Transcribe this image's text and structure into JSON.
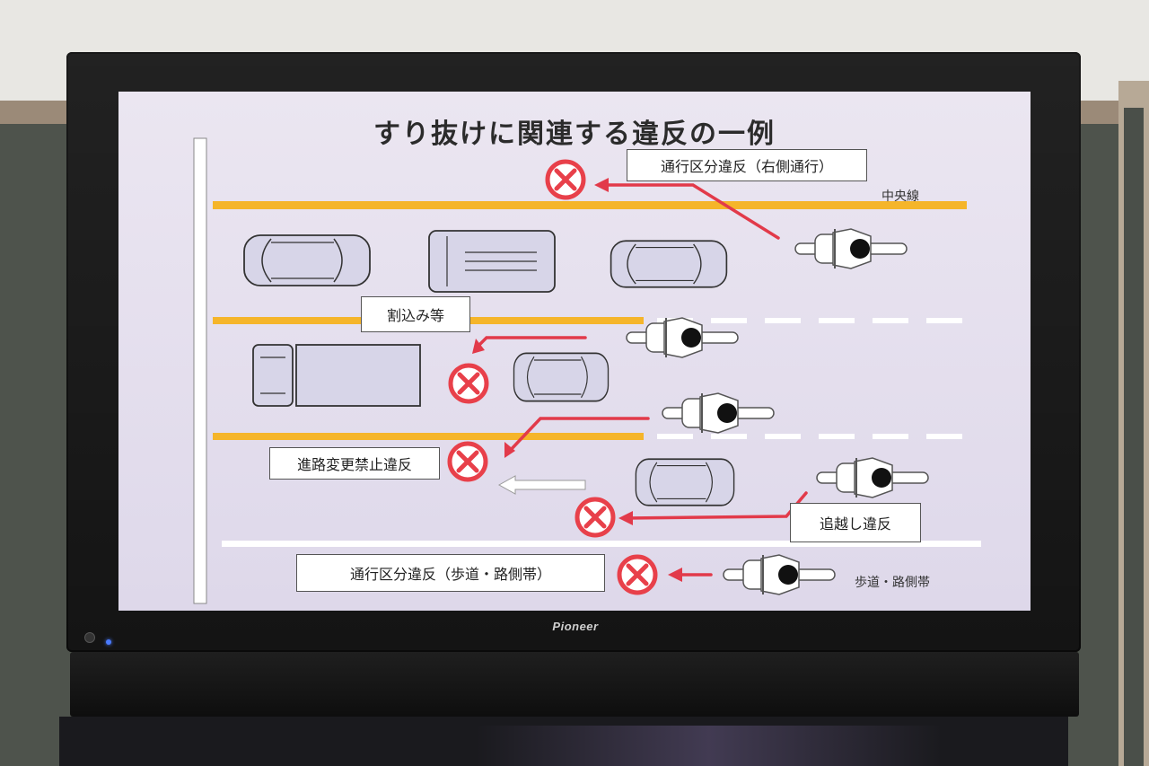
{
  "slide": {
    "title": "すり抜けに関連する違反の一例",
    "labels": {
      "right_side_violation": "通行区分違反（右側通行）",
      "center_line": "中央線",
      "cutting_in": "割込み等",
      "lane_change_violation": "進路変更禁止違反",
      "overtaking_violation": "追越し違反",
      "sidewalk_violation": "通行区分違反（歩道・路側帯）",
      "sidewalk_shoulder": "歩道・路側帯"
    }
  },
  "tv": {
    "brand": "Pioneer"
  },
  "colors": {
    "slide_bg": "#e4dfee",
    "yellow_line": "#f5b52a",
    "violation_red": "#e8404a",
    "arrow_red": "#e23a4a"
  }
}
